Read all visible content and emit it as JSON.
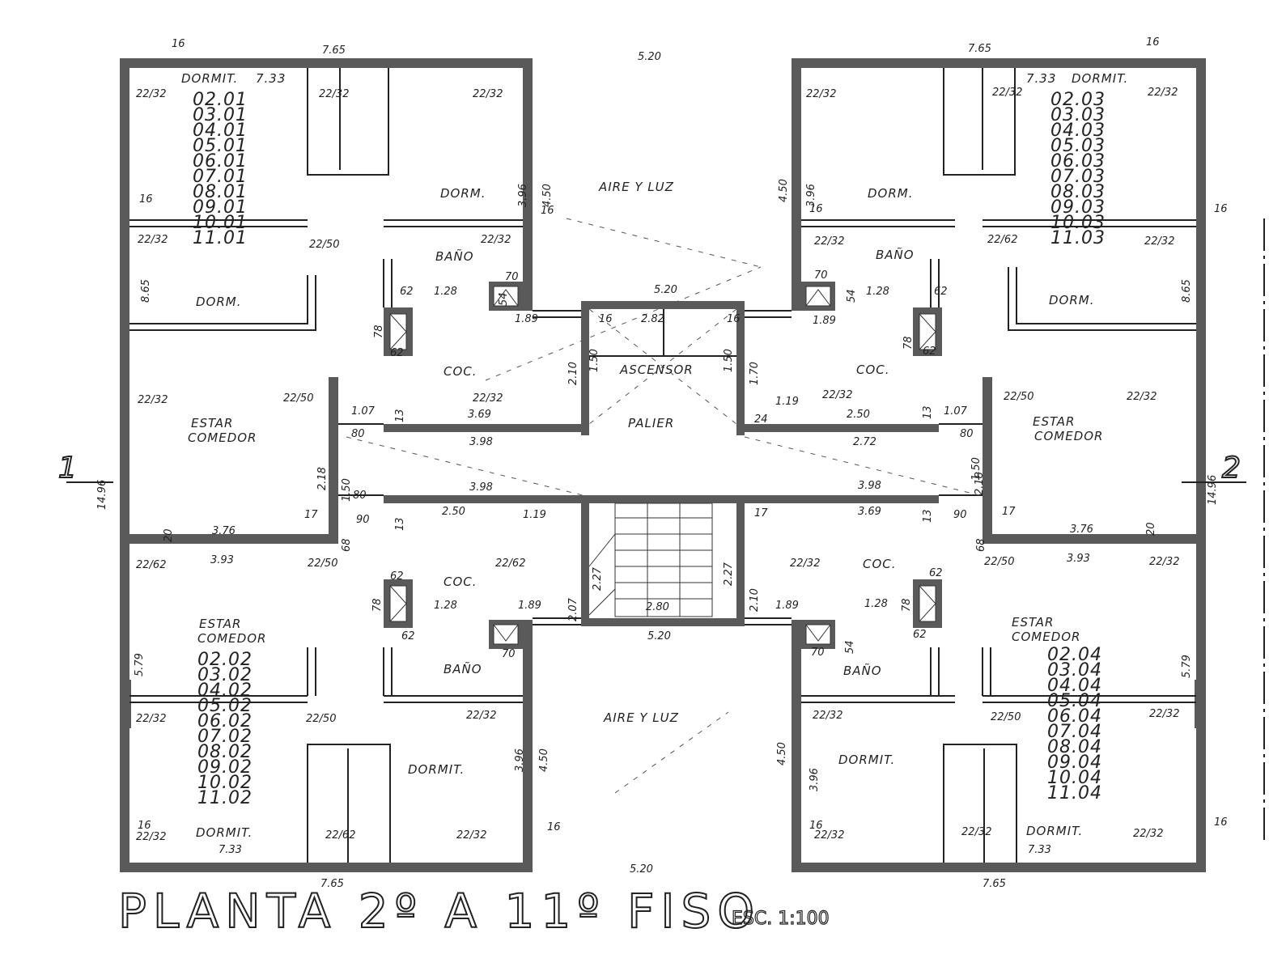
{
  "title": {
    "main": "PLANTA 2º A 11º FISO",
    "scale": "ESC. 1:100"
  },
  "section_marks": {
    "left": "1",
    "right": "2"
  },
  "rooms": {
    "dorm": "DORM.",
    "dormit": "DORMIT.",
    "bano": "BAÑO",
    "coc": "COC.",
    "estar_comedor_1": "ESTAR",
    "estar_comedor_2": "COMEDOR",
    "aire_luz": "AIRE Y LUZ",
    "ascensor": "ASCENSOR",
    "palier": "PALIER"
  },
  "units": {
    "top_left": [
      "02.01",
      "03.01",
      "04.01",
      "05.01",
      "06.01",
      "07.01",
      "08.01",
      "09.01",
      "10.01",
      "11.01"
    ],
    "top_right": [
      "02.03",
      "03.03",
      "04.03",
      "05.03",
      "06.03",
      "07.03",
      "08.03",
      "09.03",
      "10.03",
      "11.03"
    ],
    "bottom_left": [
      "02.02",
      "03.02",
      "04.02",
      "05.02",
      "06.02",
      "07.02",
      "08.02",
      "09.02",
      "10.02",
      "11.02"
    ],
    "bottom_right": [
      "02.04",
      "03.04",
      "04.04",
      "05.04",
      "06.04",
      "07.04",
      "08.04",
      "09.04",
      "10.04",
      "11.04"
    ]
  },
  "dimensions": {
    "d765": "7.65",
    "d520": "5.20",
    "d733": "7.33",
    "d2232": "22/32",
    "d2250": "22/50",
    "d2262": "22/62",
    "d396": "3.96",
    "d450": "4.50",
    "d865": "8.65",
    "d1496": "14.96",
    "d128": "1.28",
    "d189": "1.89",
    "d210": "2.10",
    "d150": "1.50",
    "d170": "1.70",
    "d282": "2.82",
    "d369": "3.69",
    "d398": "3.98",
    "d250": "2.50",
    "d218": "2.18",
    "d376": "3.76",
    "d393": "3.93",
    "d579": "5.79",
    "d107": "1.07",
    "d119": "1.19",
    "d272": "2.72",
    "d207": "2.07",
    "d227": "2.27",
    "d280": "2.80",
    "d16": "16",
    "d62": "62",
    "d54": "54",
    "d70": "70",
    "d78": "78",
    "d80": "80",
    "d90": "90",
    "d17": "17",
    "d13": "13",
    "d20": "20",
    "d68": "68",
    "d24": "24"
  }
}
